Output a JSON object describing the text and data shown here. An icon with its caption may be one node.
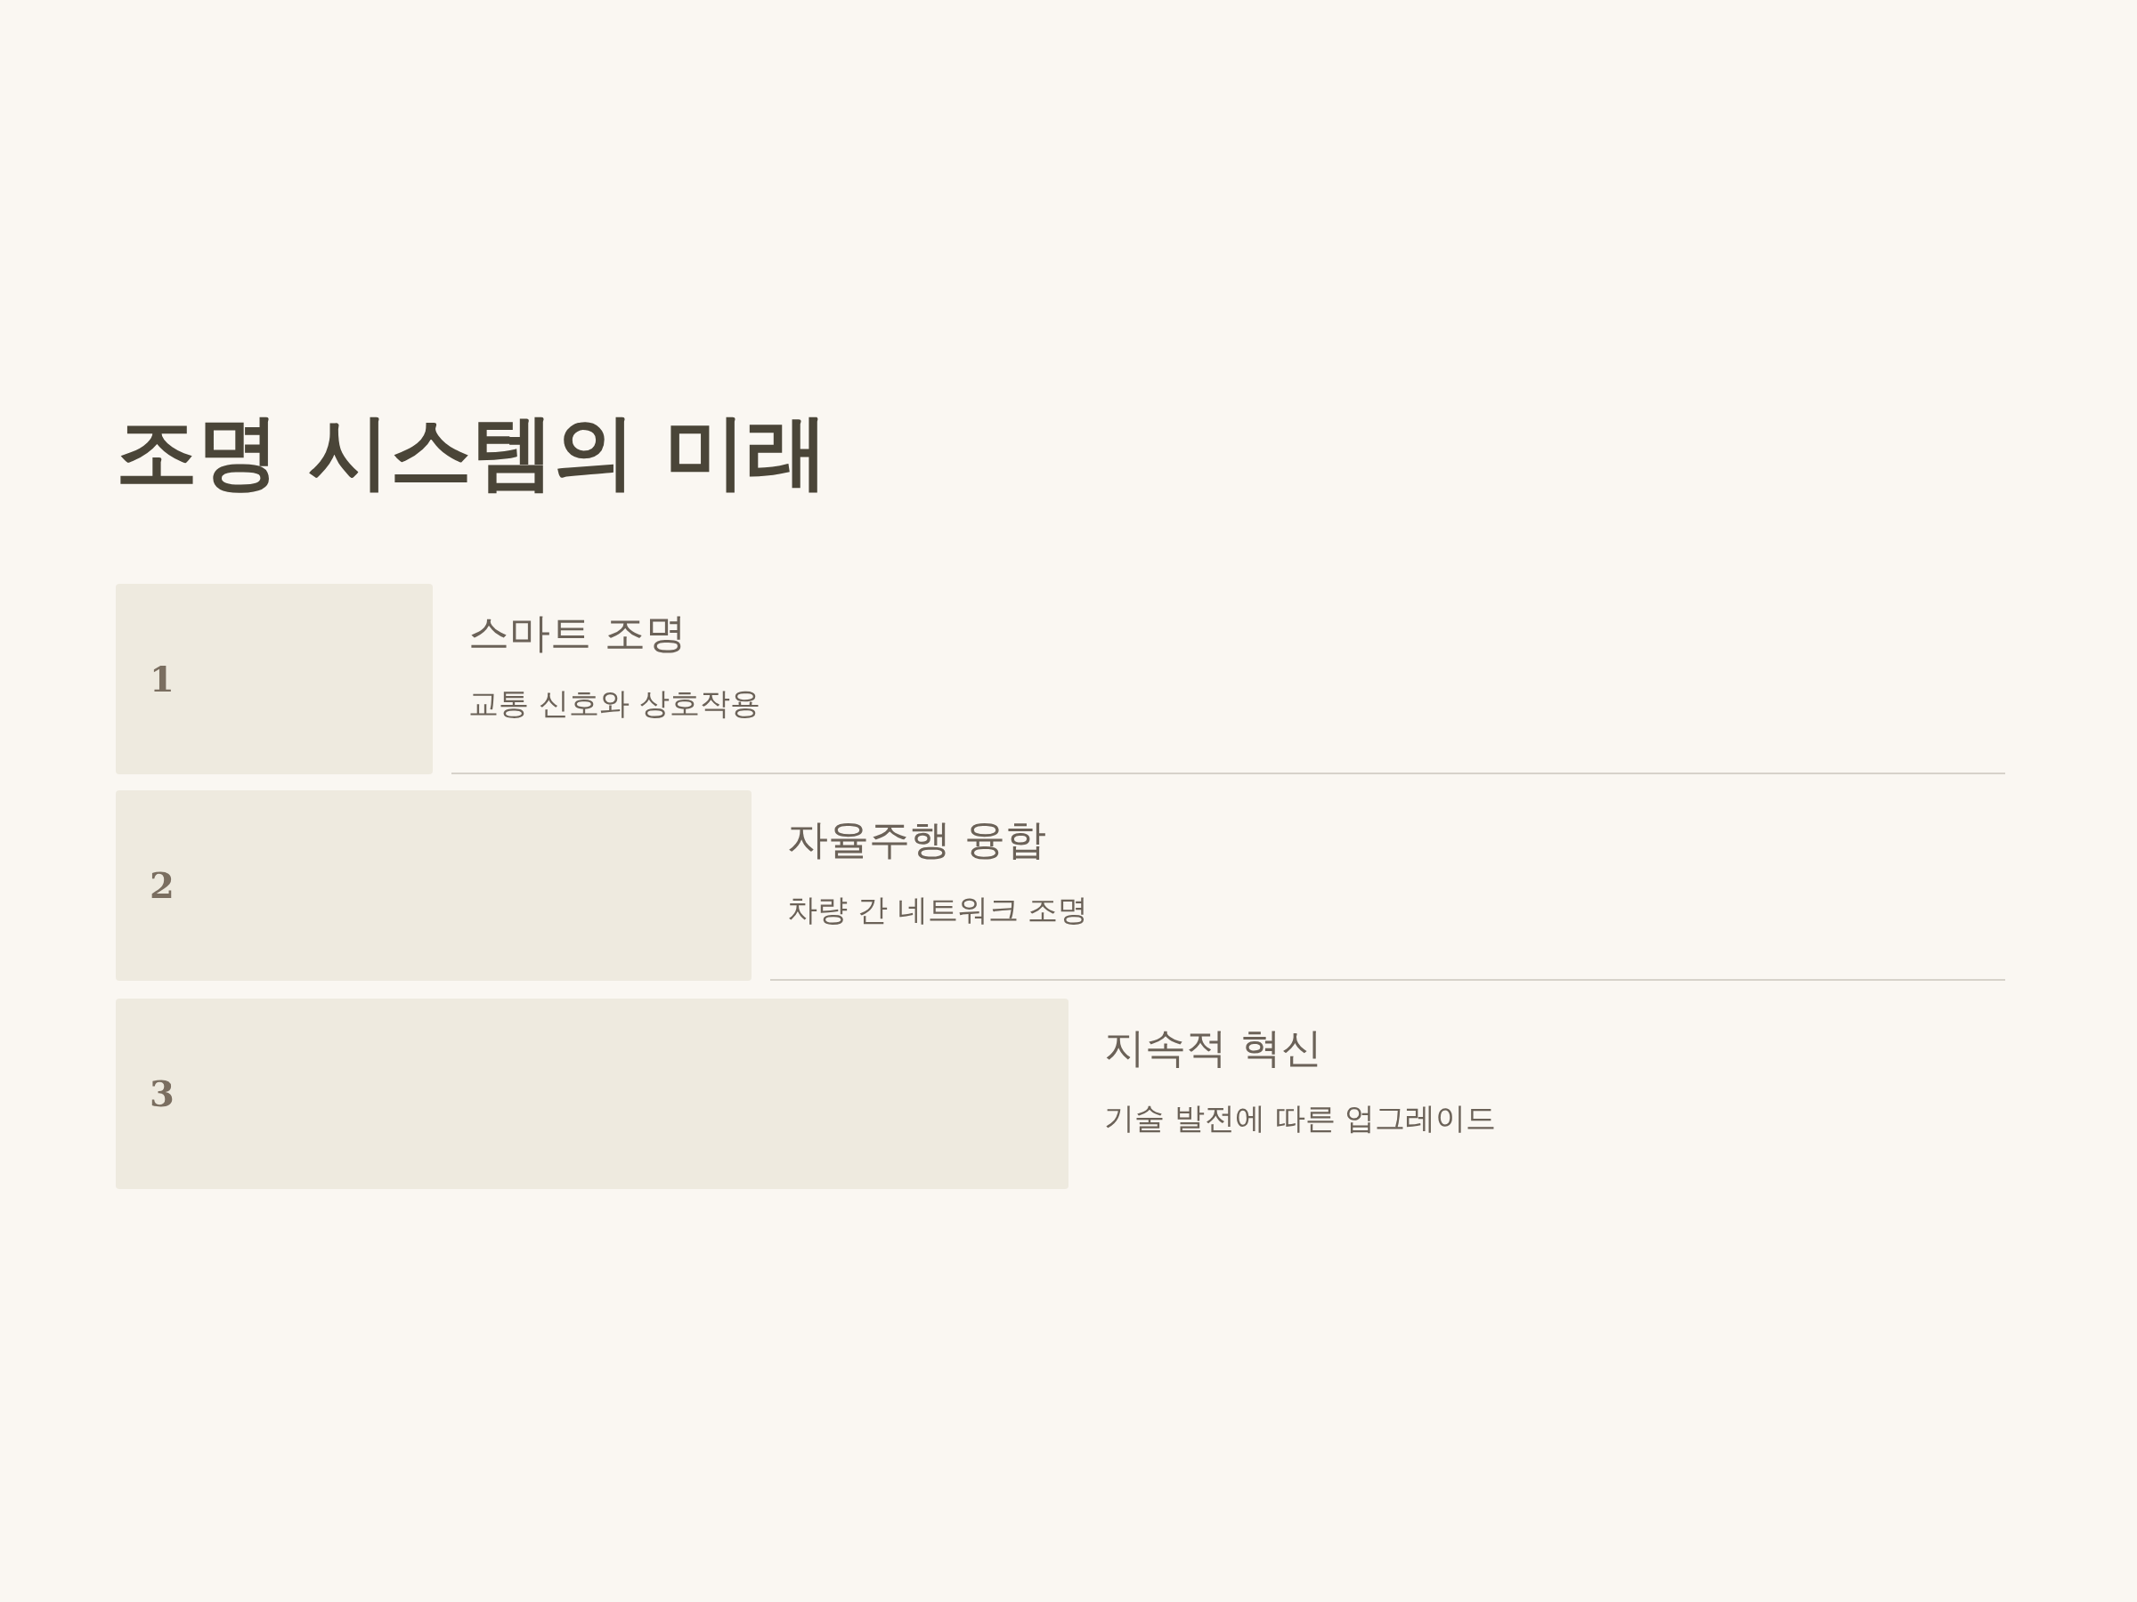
{
  "diagram": {
    "title": "조명 시스템의 미래",
    "nodes": [
      {
        "text": [
          "1"
        ],
        "beside": [
          "스마트 조명",
          "교통 신호와 상호작용"
        ]
      },
      {
        "text": [
          "2"
        ],
        "beside": [
          "자율주행 융합",
          "차량 간 네트워크 조명"
        ]
      },
      {
        "text": [
          "3"
        ],
        "beside": [
          "지속적 혁신",
          "기술 발전에 따른 업그레이드"
        ]
      }
    ],
    "edges": []
  }
}
